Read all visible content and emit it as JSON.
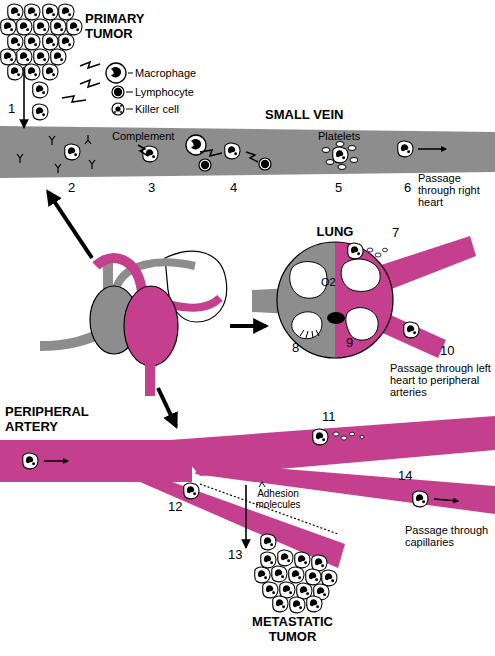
{
  "diagram": {
    "nodes": [
      {
        "text": [
          "PRIMARY TUMOR"
        ]
      },
      {
        "text": [
          "SMALL VEIN"
        ]
      },
      {
        "text": [
          "LUNG"
        ]
      },
      {
        "text": [
          "PERIPHERAL ARTERY"
        ]
      },
      {
        "text": [
          "METASTATIC TUMOR"
        ]
      }
    ],
    "edges": [
      {
        "from": 0,
        "to": 1,
        "arrow": "to"
      },
      {
        "from": 3,
        "to": 4,
        "arrow": "to"
      }
    ],
    "labels": [
      "1",
      "Macrophage",
      "Lymphocyte",
      "Killer cell",
      "Complement",
      "2",
      "3",
      "4",
      "Platelets",
      "5",
      "6",
      "Passage through right heart",
      "7",
      "O2",
      "8",
      "9",
      "10",
      "Passage through left heart to peripheral arteries",
      "11",
      "12",
      "Adhesion molecules",
      "13",
      "14",
      "Passage through capillaries"
    ]
  }
}
